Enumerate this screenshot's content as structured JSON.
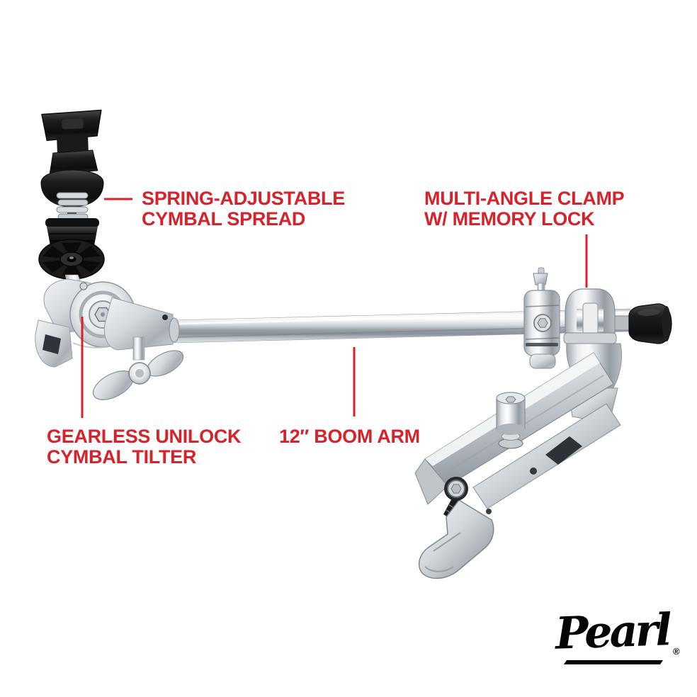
{
  "colors": {
    "background": "#ffffff",
    "accent_red": "#d6222a",
    "chrome_light": "#f5f7f8",
    "chrome_dark": "#8a9198",
    "rubber_black": "#151515"
  },
  "callouts": {
    "spring": {
      "line1": "SPRING-ADJUSTABLE",
      "line2": "CYMBAL SPREAD"
    },
    "multi_angle": {
      "line1": "MULTI-ANGLE CLAMP",
      "line2": "W/ MEMORY LOCK"
    },
    "tilter": {
      "line1": "GEARLESS UNILOCK",
      "line2": "CYMBAL TILTER"
    },
    "boom": {
      "line1": "12″ BOOM ARM"
    }
  },
  "brand": {
    "logo_text": "Pearl",
    "registered_mark": "®"
  },
  "product_parts": [
    "cymbal-quick-release-wingnut",
    "cymbal-spring",
    "felt-washer-stack",
    "spoke-washer-disc",
    "gearless-unilock-tilter",
    "tilter-wing-nut",
    "boom-arm-tube",
    "memory-lock-clamp",
    "multi-angle-ball-clamp",
    "clamp-tightening-knob",
    "clamp-t-bolt",
    "clamp-jaw-hook"
  ]
}
